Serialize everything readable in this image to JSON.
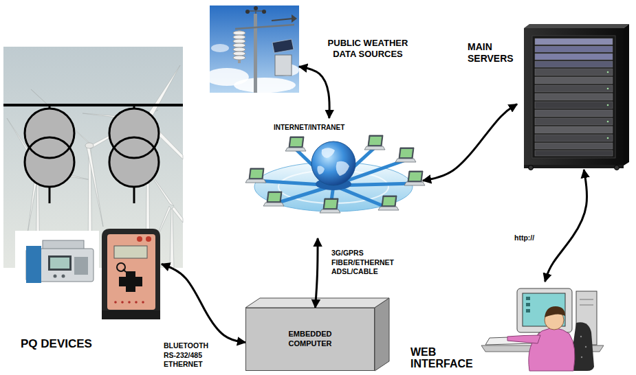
{
  "diagram": {
    "nodes": [
      {
        "text": [
          "PUBLIC WEATHER DATA SOURCES"
        ]
      },
      {
        "text": [
          "MAIN SERVERS"
        ]
      },
      {
        "text": [
          "INTERNET/INTRANET"
        ]
      },
      {
        "text": [
          "PQ DEVICES"
        ]
      },
      {
        "text": [
          "EMBEDDED COMPUTER"
        ]
      },
      {
        "text": [
          "WEB INTERFACE"
        ]
      }
    ],
    "edges": [
      {
        "from": 3,
        "to": 4,
        "arrow": "both",
        "label": "BLUETOOTH RS-232/485 ETHERNET"
      },
      {
        "from": 0,
        "to": 2,
        "arrow": "both"
      },
      {
        "from": 2,
        "to": 1,
        "arrow": "both"
      },
      {
        "from": 4,
        "to": 2,
        "arrow": "both",
        "label": "3G/GPRS FIBER/ETHERNET ADSL/CABLE"
      },
      {
        "from": 1,
        "to": 5,
        "arrow": "both",
        "label": "http://"
      }
    ]
  }
}
